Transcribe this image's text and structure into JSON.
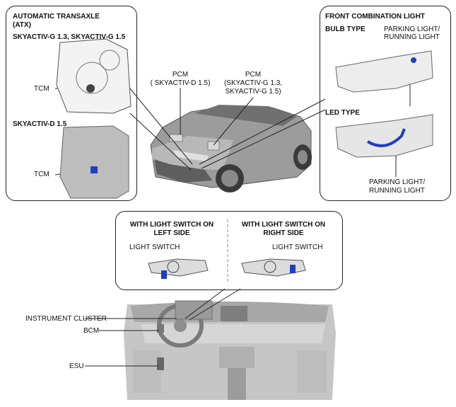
{
  "atx_panel": {
    "title_line1": "AUTOMATIC TRANSAXLE",
    "title_line2": "(ATX)",
    "variant1": "SKYACTIV-G 1.3, SKYACTIV-G 1.5",
    "tcm_label1": "TCM",
    "variant2": "SKYACTIV-D 1.5",
    "tcm_label2": "TCM"
  },
  "pcm": {
    "left_line1": "PCM",
    "left_line2": "( SKYACTIV-D 1.5)",
    "right_line1": "PCM",
    "right_line2": "(SKYACTIV-G 1.3,",
    "right_line3": "SKYACTIV-G 1.5)"
  },
  "front_light_panel": {
    "title": "FRONT COMBINATION LIGHT",
    "bulb_type": "BULB TYPE",
    "parking_line1": "PARKING LIGHT/",
    "parking_line2": "RUNNING LIGHT",
    "led_type": "LED TYPE",
    "parking2_line1": "PARKING LIGHT/",
    "parking2_line2": "RUNNING LIGHT"
  },
  "switch_panel": {
    "left_title_line1": "WITH LIGHT SWITCH ON",
    "left_title_line2": "LEFT SIDE",
    "left_label": "LIGHT SWITCH",
    "right_title_line1": "WITH LIGHT SWITCH ON",
    "right_title_line2": "RIGHT SIDE",
    "right_label": "LIGHT SWITCH"
  },
  "interior": {
    "instrument_cluster": "INSTRUMENT CLUSTER",
    "bcm": "BCM",
    "esu": "ESU"
  },
  "colors": {
    "highlight": "#1f3fbf",
    "line": "#222222",
    "gray": "#b8b8b8"
  }
}
